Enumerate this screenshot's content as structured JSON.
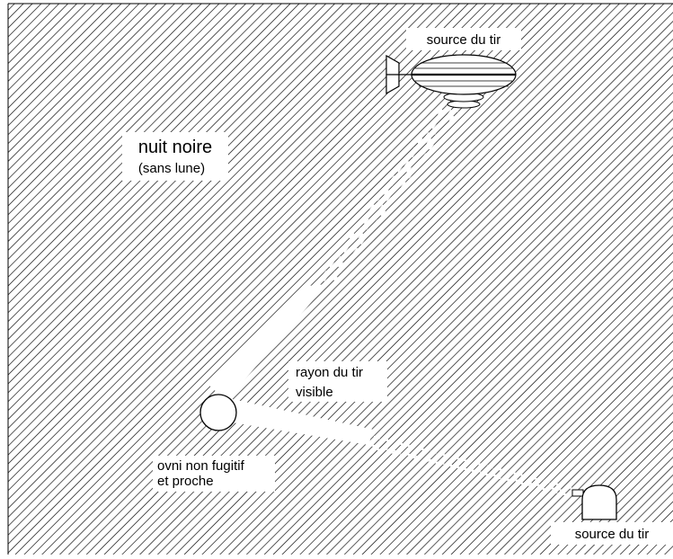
{
  "diagram": {
    "labels": {
      "top_source": "source du tir",
      "night_title": "nuit noire",
      "night_sub": "(sans lune)",
      "ray_line1": "rayon du tir",
      "ray_line2": "visible",
      "ufo_line1": "ovni non fugitif",
      "ufo_line2": "et proche",
      "bottom_source": "source du tir"
    },
    "colors": {
      "background": "#ffffff",
      "hatch": "#000000",
      "ray": "#ffffff"
    }
  }
}
